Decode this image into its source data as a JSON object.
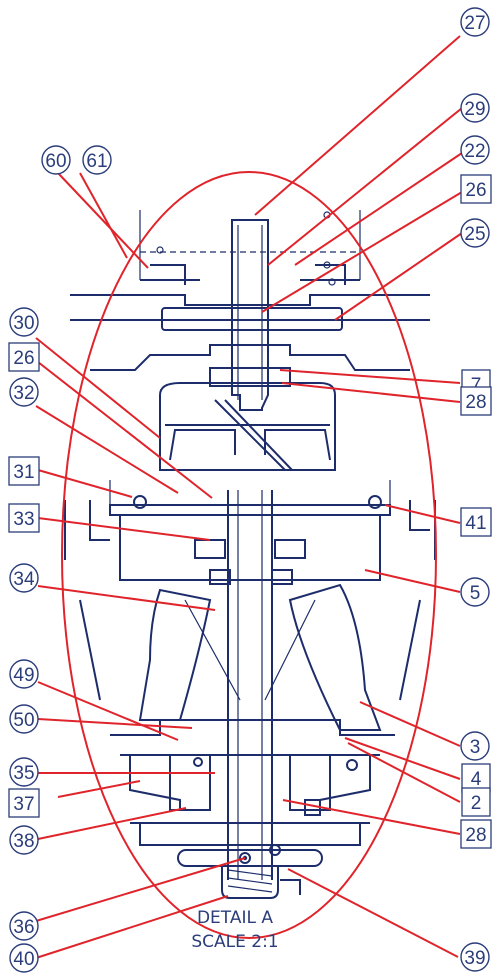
{
  "colors": {
    "leader": "#e0242b",
    "outline": "#1d2d6b",
    "label": "#2b3d7a"
  },
  "caption": {
    "line1": "DETAIL A",
    "line2": "SCALE 2:1"
  },
  "labels": {
    "n27": "27",
    "n29": "29",
    "n22": "22",
    "n26a": "26",
    "n25": "25",
    "n60": "60",
    "n61": "61",
    "n30": "30",
    "n26b": "26",
    "n32": "32",
    "n7": "7",
    "n28a": "28",
    "n31": "31",
    "n41": "41",
    "n33": "33",
    "n34": "34",
    "n5": "5",
    "n49": "49",
    "n50": "50",
    "n3": "3",
    "n4": "4",
    "n35": "35",
    "n2": "2",
    "n37": "37",
    "n38": "38",
    "n28b": "28",
    "n36": "36",
    "n40": "40",
    "n39": "39"
  }
}
